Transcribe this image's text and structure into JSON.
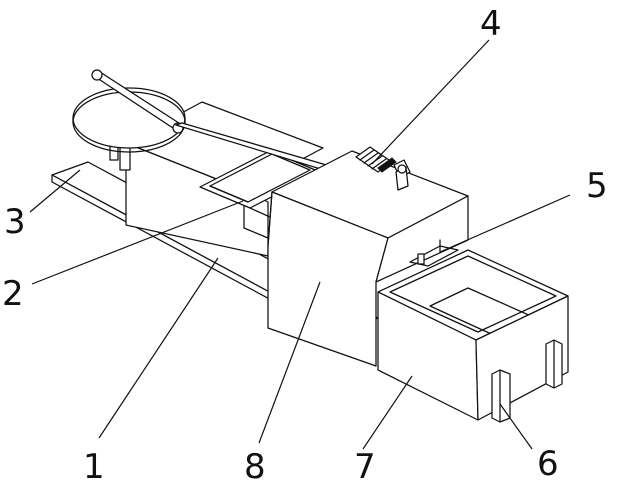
{
  "figure": {
    "labels": {
      "l1": "1",
      "l2": "2",
      "l3": "3",
      "l4": "4",
      "l5": "5",
      "l6": "6",
      "l7": "7",
      "l8": "8"
    }
  }
}
